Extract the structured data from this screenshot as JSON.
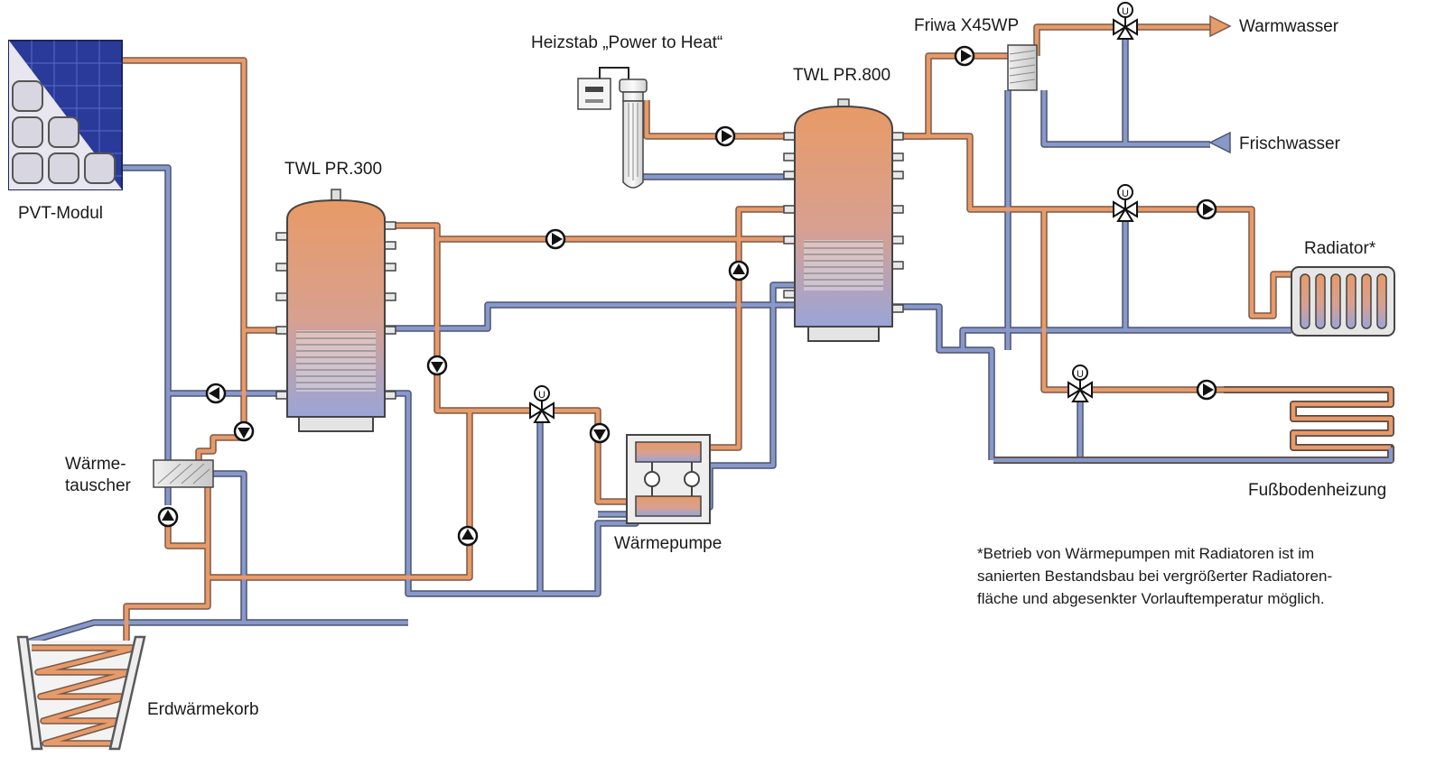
{
  "labels": {
    "pvt": "PVT-Modul",
    "tank300": "TWL PR.300",
    "tank800": "TWL PR.800",
    "heater": "Heizstab „Power to Heat“",
    "friwa": "Friwa X45WP",
    "warmwasser": "Warmwasser",
    "frischwasser": "Frischwasser",
    "radiator": "Radiator*",
    "floor": "Fußbodenheizung",
    "hx_line1": "Wärme-",
    "hx_line2": "tauscher",
    "heatpump": "Wärmepumpe",
    "ground": "Erdwärmekorb",
    "valve_letter": "U"
  },
  "footnote": [
    "*Betrieb von Wärmepumpen mit Radiatoren ist im",
    "sanierten Bestandsbau bei vergrößerter Radiatoren-",
    "fläche und abgesenkter Vorlauftemperatur möglich."
  ],
  "colors": {
    "hot_pipe": "#e79a6a",
    "cold_pipe": "#8898c8",
    "tank_top": "#e89a66",
    "tank_bottom": "#9aa4d8",
    "pvt_panel": "#2a3a9a"
  }
}
